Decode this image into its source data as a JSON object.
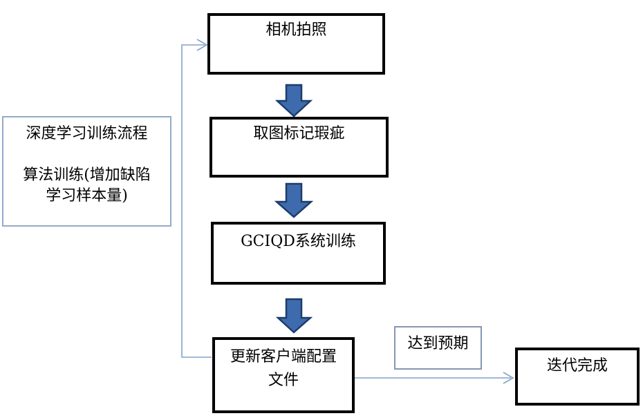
{
  "diagram": {
    "nodes": {
      "note": {
        "text": "深度学习训练流程\n\n算法训练(增加缺陷\n学习样本量)"
      },
      "camera": {
        "label": "相机拍照"
      },
      "mark_defects": {
        "label": "取图标记瑕疵"
      },
      "system_training": {
        "label": "GCIQD系统训练"
      },
      "update_config": {
        "label": "更新客户端配置\n文件"
      },
      "expectation": {
        "label": "达到预期"
      },
      "iteration_done": {
        "label": "迭代完成"
      }
    },
    "colors": {
      "background": "#ffffff",
      "text": "#000000",
      "box_border": "#000000",
      "note_border": "#95a9c8",
      "label_border": "#8496b0",
      "connector": "#84a1ca",
      "arrow_fill": "#3e6bad",
      "arrow_stroke": "#1d3c6b"
    }
  }
}
